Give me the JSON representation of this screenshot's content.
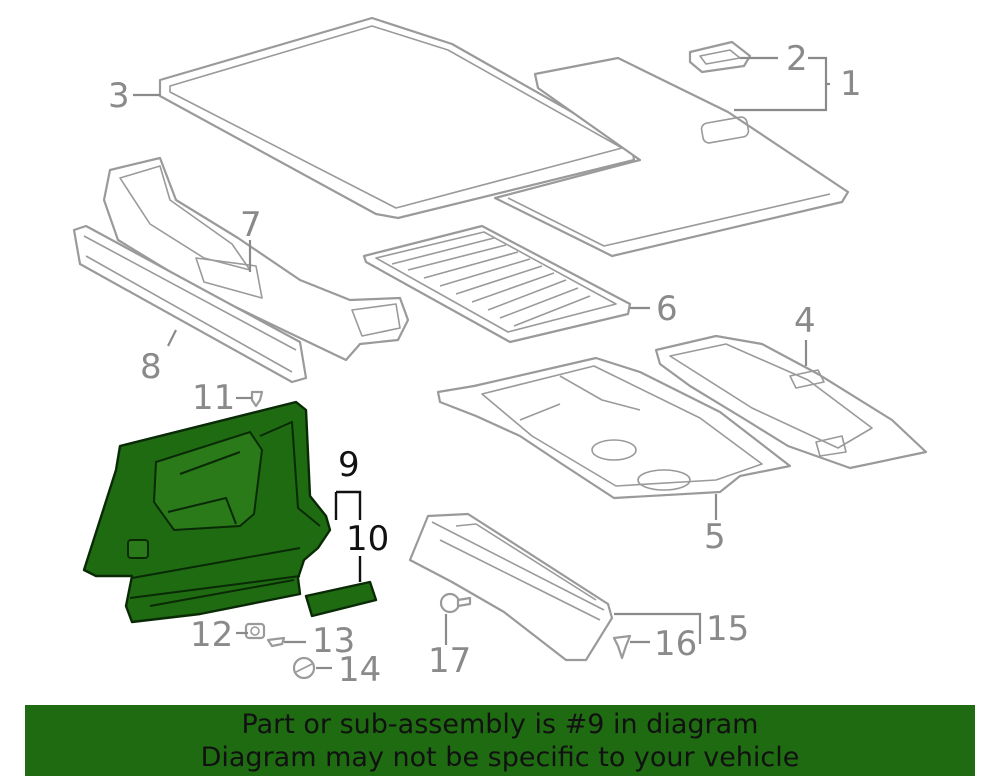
{
  "callouts": {
    "c1": "1",
    "c2": "2",
    "c3": "3",
    "c4": "4",
    "c5": "5",
    "c6": "6",
    "c7": "7",
    "c8": "8",
    "c9": "9",
    "c10": "10",
    "c11": "11",
    "c12": "12",
    "c13": "13",
    "c14": "14",
    "c15": "15",
    "c16": "16",
    "c17": "17"
  },
  "highlight": {
    "part_number": "9",
    "color": "#1e6b12"
  },
  "banner": {
    "line1": "Part or sub-assembly is #9 in diagram",
    "line2": "Diagram may not be specific to your vehicle",
    "background": "#1e6b12"
  }
}
